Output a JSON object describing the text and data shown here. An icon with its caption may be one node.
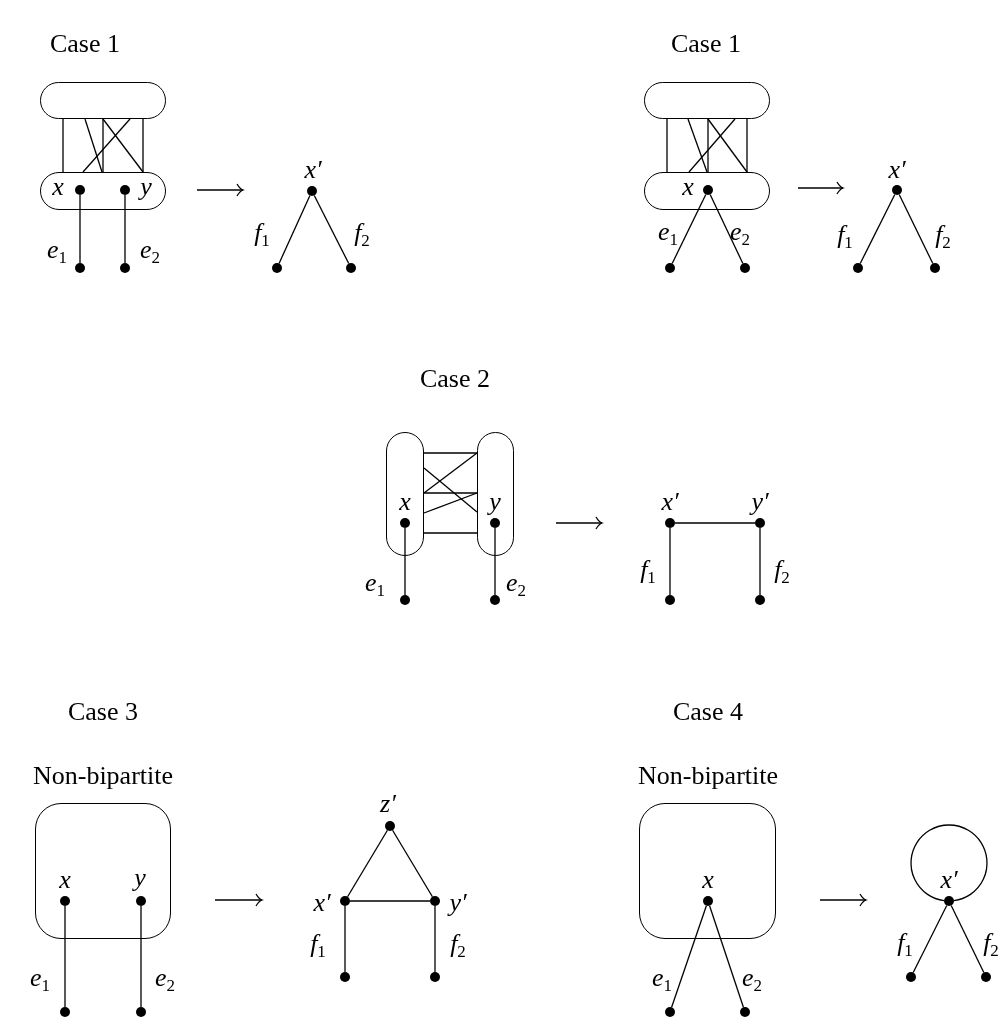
{
  "diagram": {
    "nodes": [
      {
        "text": [],
        "shape": "oval"
      },
      {
        "text": [],
        "shape": "oval"
      },
      {
        "text": [],
        "shape": "circle",
        "in": 1,
        "beside": [
          "x"
        ]
      },
      {
        "text": [],
        "shape": "circle",
        "in": 1,
        "beside": [
          "y"
        ]
      },
      {
        "text": [],
        "shape": "circle"
      },
      {
        "text": [],
        "shape": "circle"
      },
      {
        "text": [],
        "shape": "circle",
        "beside": [
          "x′"
        ]
      },
      {
        "text": [],
        "shape": "circle"
      },
      {
        "text": [],
        "shape": "circle"
      },
      {
        "text": [],
        "shape": "oval"
      },
      {
        "text": [],
        "shape": "oval"
      },
      {
        "text": [],
        "shape": "circle",
        "in": 10,
        "beside": [
          "x"
        ]
      },
      {
        "text": [],
        "shape": "circle"
      },
      {
        "text": [],
        "shape": "circle"
      },
      {
        "text": [],
        "shape": "circle",
        "beside": [
          "x′"
        ]
      },
      {
        "text": [],
        "shape": "circle"
      },
      {
        "text": [],
        "shape": "circle"
      },
      {
        "text": [],
        "shape": "oval"
      },
      {
        "text": [],
        "shape": "circle",
        "in": 17,
        "beside": [
          "x"
        ]
      },
      {
        "text": [],
        "shape": "oval"
      },
      {
        "text": [],
        "shape": "circle",
        "in": 19,
        "beside": [
          "y"
        ]
      },
      {
        "text": [],
        "shape": "circle"
      },
      {
        "text": [],
        "shape": "circle"
      },
      {
        "text": [],
        "shape": "circle",
        "beside": [
          "x′"
        ]
      },
      {
        "text": [],
        "shape": "circle",
        "beside": [
          "y′"
        ]
      },
      {
        "text": [],
        "shape": "circle"
      },
      {
        "text": [],
        "shape": "circle"
      },
      {
        "text": [],
        "shape": "box"
      },
      {
        "text": [],
        "shape": "circle",
        "in": 27,
        "beside": [
          "x"
        ]
      },
      {
        "text": [],
        "shape": "circle",
        "in": 27,
        "beside": [
          "y"
        ]
      },
      {
        "text": [],
        "shape": "circle"
      },
      {
        "text": [],
        "shape": "circle"
      },
      {
        "text": [],
        "shape": "circle",
        "beside": [
          "z′"
        ]
      },
      {
        "text": [],
        "shape": "circle",
        "beside": [
          "x′"
        ]
      },
      {
        "text": [],
        "shape": "circle",
        "beside": [
          "y′"
        ]
      },
      {
        "text": [],
        "shape": "circle"
      },
      {
        "text": [],
        "shape": "circle"
      },
      {
        "text": [],
        "shape": "box"
      },
      {
        "text": [],
        "shape": "circle",
        "in": 37,
        "beside": [
          "x"
        ]
      },
      {
        "text": [],
        "shape": "circle"
      },
      {
        "text": [],
        "shape": "circle"
      },
      {
        "text": [],
        "shape": "circle",
        "beside": [
          "x′"
        ]
      },
      {
        "text": [],
        "shape": "circle"
      },
      {
        "text": [],
        "shape": "circle"
      }
    ],
    "edges": [
      {
        "from": 0,
        "to": 1,
        "arrow": "none"
      },
      {
        "from": 0,
        "to": 1,
        "arrow": "none"
      },
      {
        "from": 0,
        "to": 1,
        "arrow": "none"
      },
      {
        "from": 0,
        "to": 1,
        "arrow": "none"
      },
      {
        "from": 0,
        "to": 1,
        "arrow": "none"
      },
      {
        "from": 0,
        "to": 1,
        "arrow": "none"
      },
      {
        "from": 2,
        "to": 4,
        "arrow": "none",
        "label": "e$_{1}$"
      },
      {
        "from": 3,
        "to": 5,
        "arrow": "none",
        "label": "e$_{2}$"
      },
      {
        "from": 6,
        "to": 7,
        "arrow": "none",
        "label": "f$_{1}$"
      },
      {
        "from": 6,
        "to": 8,
        "arrow": "none",
        "label": "f$_{2}$"
      },
      {
        "from": 9,
        "to": 10,
        "arrow": "none"
      },
      {
        "from": 9,
        "to": 10,
        "arrow": "none"
      },
      {
        "from": 9,
        "to": 10,
        "arrow": "none"
      },
      {
        "from": 9,
        "to": 10,
        "arrow": "none"
      },
      {
        "from": 9,
        "to": 10,
        "arrow": "none"
      },
      {
        "from": 9,
        "to": 10,
        "arrow": "none"
      },
      {
        "from": 11,
        "to": 12,
        "arrow": "none",
        "label": "e$_{1}$"
      },
      {
        "from": 11,
        "to": 13,
        "arrow": "none",
        "label": "e$_{2}$"
      },
      {
        "from": 14,
        "to": 15,
        "arrow": "none",
        "label": "f$_{1}$"
      },
      {
        "from": 14,
        "to": 16,
        "arrow": "none",
        "label": "f$_{2}$"
      },
      {
        "from": 17,
        "to": 19,
        "arrow": "none"
      },
      {
        "from": 17,
        "to": 19,
        "arrow": "none"
      },
      {
        "from": 17,
        "to": 19,
        "arrow": "none"
      },
      {
        "from": 17,
        "to": 19,
        "arrow": "none"
      },
      {
        "from": 17,
        "to": 19,
        "arrow": "none"
      },
      {
        "from": 17,
        "to": 19,
        "arrow": "none"
      },
      {
        "from": 18,
        "to": 21,
        "arrow": "none",
        "label": "e$_{1}$"
      },
      {
        "from": 20,
        "to": 22,
        "arrow": "none",
        "label": "e$_{2}$"
      },
      {
        "from": 23,
        "to": 24,
        "arrow": "none"
      },
      {
        "from": 23,
        "to": 25,
        "arrow": "none",
        "label": "f$_{1}$"
      },
      {
        "from": 24,
        "to": 26,
        "arrow": "none",
        "label": "f$_{2}$"
      },
      {
        "from": 28,
        "to": 30,
        "arrow": "none",
        "label": "e$_{1}$"
      },
      {
        "from": 29,
        "to": 31,
        "arrow": "none",
        "label": "e$_{2}$"
      },
      {
        "from": 32,
        "to": 33,
        "arrow": "none"
      },
      {
        "from": 32,
        "to": 34,
        "arrow": "none"
      },
      {
        "from": 33,
        "to": 34,
        "arrow": "none"
      },
      {
        "from": 33,
        "to": 35,
        "arrow": "none",
        "label": "f$_{1}$"
      },
      {
        "from": 34,
        "to": 36,
        "arrow": "none",
        "label": "f$_{2}$"
      },
      {
        "from": 38,
        "to": 39,
        "arrow": "none",
        "label": "e$_{1}$"
      },
      {
        "from": 38,
        "to": 40,
        "arrow": "none",
        "label": "e$_{2}$"
      },
      {
        "from": 41,
        "to": 41,
        "arrow": "none"
      },
      {
        "from": 41,
        "to": 42,
        "arrow": "none",
        "label": "f$_{1}$"
      },
      {
        "from": 41,
        "to": 43,
        "arrow": "none",
        "label": "f$_{2}$"
      }
    ],
    "labels": [
      "Case 1",
      "Case 1",
      "Case 2",
      "Case 3",
      "Case 4",
      "Non-bipartite",
      "Non-bipartite"
    ]
  }
}
